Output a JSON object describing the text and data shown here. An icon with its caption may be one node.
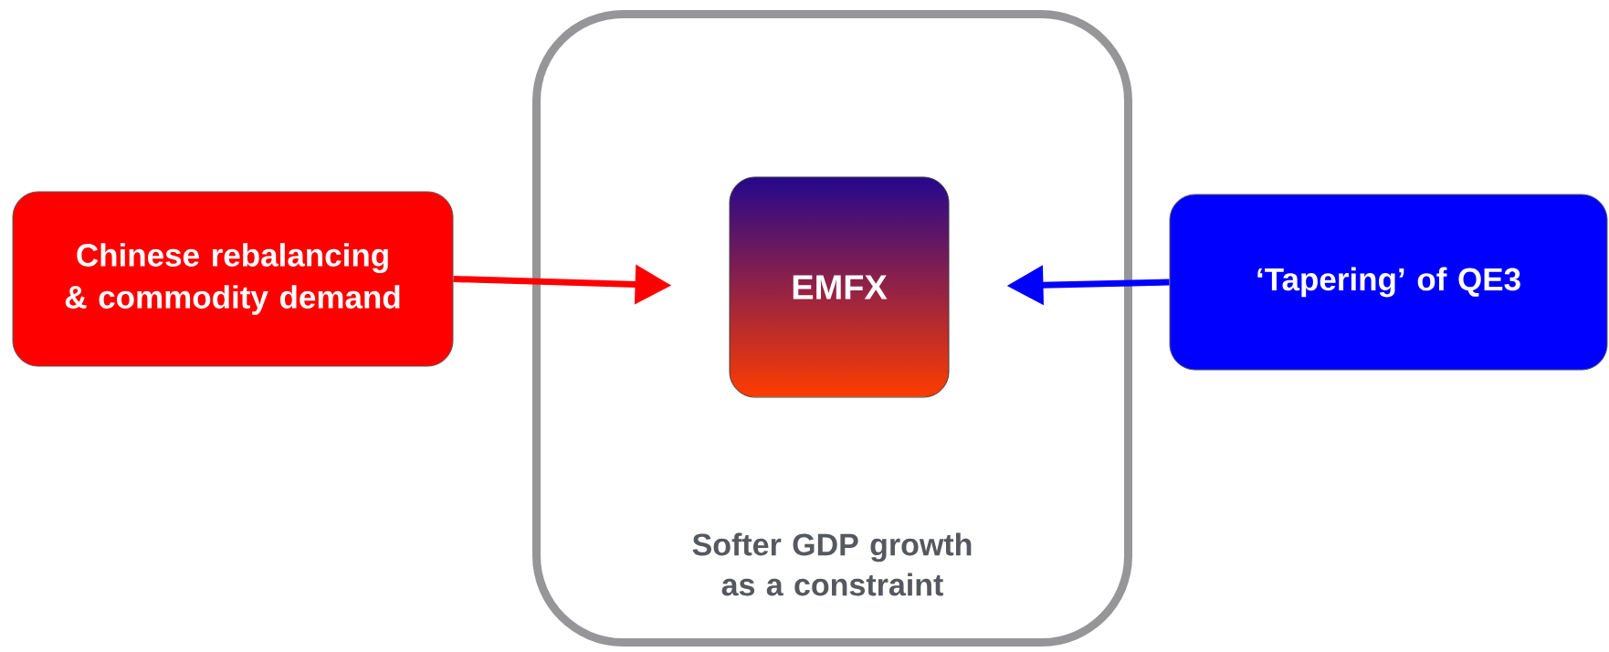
{
  "diagram": {
    "nodes": [
      {
        "text": [
          "Softer GDP growth as a constraint"
        ]
      },
      {
        "text": [
          "Chinese rebalancing & commodity demand"
        ]
      },
      {
        "text": [
          "EMFX"
        ],
        "in": 0
      },
      {
        "text": [
          "‘Tapering’ of QE3"
        ]
      }
    ],
    "edges": [
      {
        "from": 1,
        "to": 2,
        "arrow": "to",
        "color": "#ff0000"
      },
      {
        "from": 3,
        "to": 2,
        "arrow": "to",
        "color": "#0000ff"
      }
    ]
  }
}
